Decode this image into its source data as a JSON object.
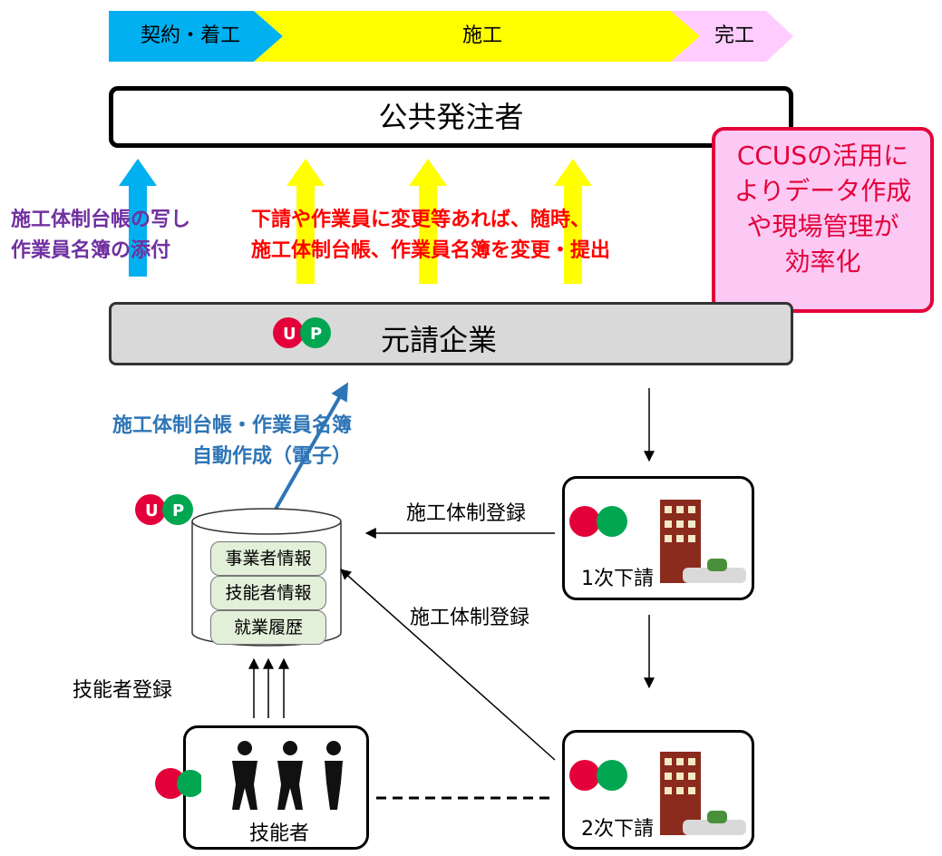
{
  "phases": [
    {
      "label": "契約・着工",
      "color": "#00b0f0"
    },
    {
      "label": "施工",
      "color": "#ffff00"
    },
    {
      "label": "完工",
      "color": "#ffccff"
    }
  ],
  "owner": {
    "label": "公共発注者"
  },
  "left_note": {
    "lines": [
      "施工体制台帳の写し",
      "作業員名簿の添付"
    ]
  },
  "center_note": {
    "lines": [
      "下請や作業員に変更等あれば、随時、",
      "施工体制台帳、作業員名簿を変更・提出"
    ]
  },
  "callout": {
    "lines": [
      "CCUSの活用に",
      "よりデータ作成",
      "や現場管理が",
      "効率化"
    ]
  },
  "prime": {
    "label": "元請企業",
    "logo_text": [
      "U",
      "P"
    ]
  },
  "auto_note": {
    "lines": [
      "施工体制台帳・作業員名簿",
      "自動作成（電子）"
    ]
  },
  "database": {
    "rows": [
      "事業者情報",
      "技能者情報",
      "就業履歴"
    ]
  },
  "registrations": {
    "first": "施工体制登録",
    "second": "施工体制登録",
    "workers": "技能者登録"
  },
  "subcontractors": {
    "first": "1次下請",
    "second": "2次下請"
  },
  "workers": {
    "label": "技能者"
  },
  "colors": {
    "arrow_blue": "#00b0f0",
    "arrow_yellow": "#ffff00",
    "logo_red": "#e4003a",
    "logo_green": "#00a650",
    "callout_border": "#e4003a"
  },
  "icons": [
    "ccus-logo-icon",
    "office-building-icon",
    "brown-building-icon",
    "worker-figure-icon",
    "database-cylinder-icon"
  ]
}
